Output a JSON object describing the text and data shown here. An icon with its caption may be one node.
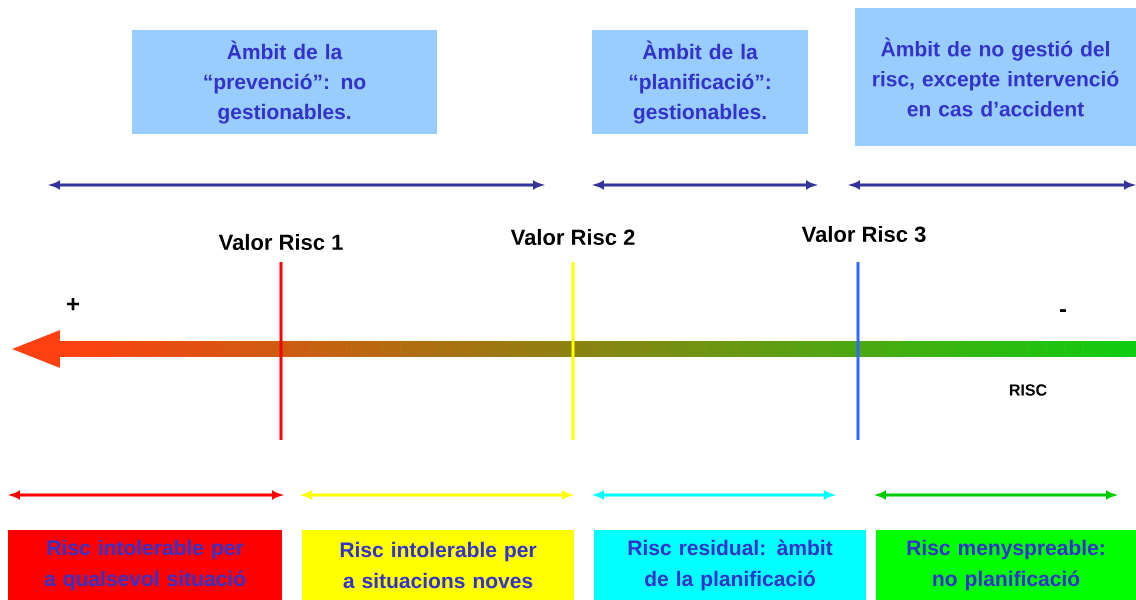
{
  "diagram": {
    "nodes": [
      {
        "text": [
          "Àmbit de la “prevenció”: no gestionables."
        ]
      },
      {
        "text": [
          "Àmbit de la “planificació”: gestionables."
        ]
      },
      {
        "text": [
          "Àmbit de no gestió del risc, excepte intervenció en cas d’accident"
        ]
      },
      {
        "text": [
          "Risc intolerable per a qualsevol situació"
        ]
      },
      {
        "text": [
          "Risc intolerable per a situacions noves"
        ]
      },
      {
        "text": [
          "Risc residual: àmbit de la planificació"
        ]
      },
      {
        "text": [
          "Risc menyspreable: no planificació"
        ]
      }
    ],
    "edges": [],
    "labels": [
      "Valor Risc 1",
      "Valor Risc 2",
      "Valor Risc 3",
      "+",
      "-",
      "RISC"
    ]
  }
}
